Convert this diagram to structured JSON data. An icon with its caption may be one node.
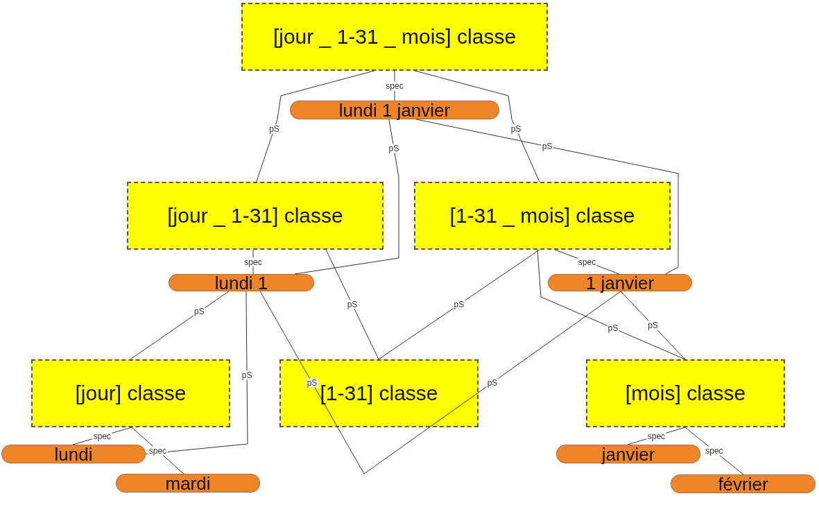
{
  "diagram": {
    "nodes": [
      {
        "text": [
          "[jour _ 1-31 _ mois] classe"
        ]
      },
      {
        "text": [
          "lundi 1 janvier"
        ]
      },
      {
        "text": [
          "[jour _ 1-31] classe"
        ]
      },
      {
        "text": [
          "[1-31 _ mois] classe"
        ]
      },
      {
        "text": [
          "lundi 1"
        ]
      },
      {
        "text": [
          "1 janvier"
        ]
      },
      {
        "text": [
          "[jour] classe"
        ]
      },
      {
        "text": [
          "[1-31] classe"
        ]
      },
      {
        "text": [
          "[mois] classe"
        ]
      },
      {
        "text": [
          "lundi"
        ]
      },
      {
        "text": [
          "mardi"
        ]
      },
      {
        "text": [
          "janvier"
        ]
      },
      {
        "text": [
          "février"
        ]
      }
    ],
    "edges": [
      {
        "from": 1,
        "to": 0,
        "arrow": "none",
        "label": "spec"
      },
      {
        "from": 0,
        "to": 2,
        "arrow": "none",
        "label": "pS"
      },
      {
        "from": 0,
        "to": 3,
        "arrow": "none",
        "label": "pS"
      },
      {
        "from": 1,
        "to": 4,
        "arrow": "none",
        "label": "pS"
      },
      {
        "from": 1,
        "to": 5,
        "arrow": "none",
        "label": "pS"
      },
      {
        "from": 4,
        "to": 2,
        "arrow": "none",
        "label": "spec"
      },
      {
        "from": 2,
        "to": 7,
        "arrow": "none",
        "label": "pS"
      },
      {
        "from": 3,
        "to": 7,
        "arrow": "none",
        "label": "pS"
      },
      {
        "from": 5,
        "to": 3,
        "arrow": "none",
        "label": "spec"
      },
      {
        "from": 3,
        "to": 8,
        "arrow": "none",
        "label": "pS"
      },
      {
        "from": 5,
        "to": 8,
        "arrow": "none",
        "label": "pS"
      },
      {
        "from": 4,
        "to": 6,
        "arrow": "none",
        "label": "pS"
      },
      {
        "from": 4,
        "to": 9,
        "arrow": "none",
        "label": "pS"
      },
      {
        "from": 4,
        "to": null,
        "arrow": "none",
        "label": "pS"
      },
      {
        "from": 5,
        "to": null,
        "arrow": "none",
        "label": "pS"
      },
      {
        "from": 9,
        "to": 6,
        "arrow": "none",
        "label": "spec"
      },
      {
        "from": 10,
        "to": 6,
        "arrow": "none",
        "label": "spec"
      },
      {
        "from": 11,
        "to": 8,
        "arrow": "none",
        "label": "spec"
      },
      {
        "from": 12,
        "to": 8,
        "arrow": "none",
        "label": "spec"
      }
    ]
  }
}
